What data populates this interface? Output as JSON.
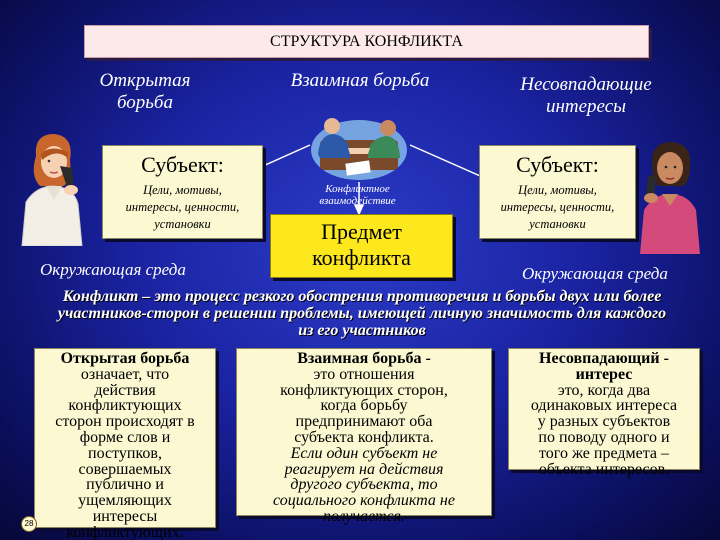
{
  "title": "СТРУКТУРА КОНФЛИКТА",
  "top_labels": {
    "left": [
      "Открытая",
      "борьба"
    ],
    "center": "Взаимная борьба",
    "right": [
      "Несовпадающие",
      "интересы"
    ]
  },
  "subject_left": {
    "title": "Субъект:",
    "desc": [
      "Цели, мотивы,",
      "интересы, ценности,",
      "установки"
    ]
  },
  "subject_right": {
    "title": "Субъект:",
    "desc": [
      "Цели, мотивы,",
      "интересы, ценности,",
      "установки"
    ]
  },
  "conflict_interaction": [
    "Конфликтное",
    "взаимодействие"
  ],
  "predmet": [
    "Предмет",
    "конфликта"
  ],
  "environment_left": "Окружающая среда",
  "environment_right": "Окружающая среда",
  "definition": [
    "Конфликт – это процесс резкого обострения противоречия и борьбы двух или более",
    "участников-сторон в решении проблемы, имеющей личную значимость для каждого",
    "из его участников"
  ],
  "cards": {
    "left": {
      "heading": "Открытая борьба",
      "lines": [
        "означает, что",
        "действия",
        "конфликтующих",
        "сторон происходят в",
        "форме слов и",
        "поступков,",
        "совершаемых",
        "публично и",
        "ущемляющих",
        "интересы",
        "конфликтующих."
      ]
    },
    "center": {
      "heading": "Взаимная борьба -",
      "lines": [
        "это отношения",
        "конфликтующих сторон,",
        "когда борьбу",
        "предпринимают оба",
        "субъекта конфликта."
      ],
      "italic_lines": [
        "Если один субъект не",
        "реагирует на действия",
        "другого субъекта, то",
        "социального конфликта не",
        "получается."
      ]
    },
    "right": {
      "heading": [
        "Несовпадающий -",
        "интерес"
      ],
      "lines": [
        "это, когда два",
        "одинаковых интереса",
        "у разных субъектов",
        "по поводу одного и",
        "того же предмета –",
        "объекта интересов."
      ]
    }
  },
  "page_number": "28",
  "icons": [
    "woman-phone-left-icon",
    "handshake-meeting-icon",
    "woman-phone-right-icon"
  ],
  "colors": {
    "background": "#1a22a0",
    "subject_box": "#fbf8d2",
    "predmet_box": "#fce81c",
    "title_box": "#fde9ea"
  }
}
